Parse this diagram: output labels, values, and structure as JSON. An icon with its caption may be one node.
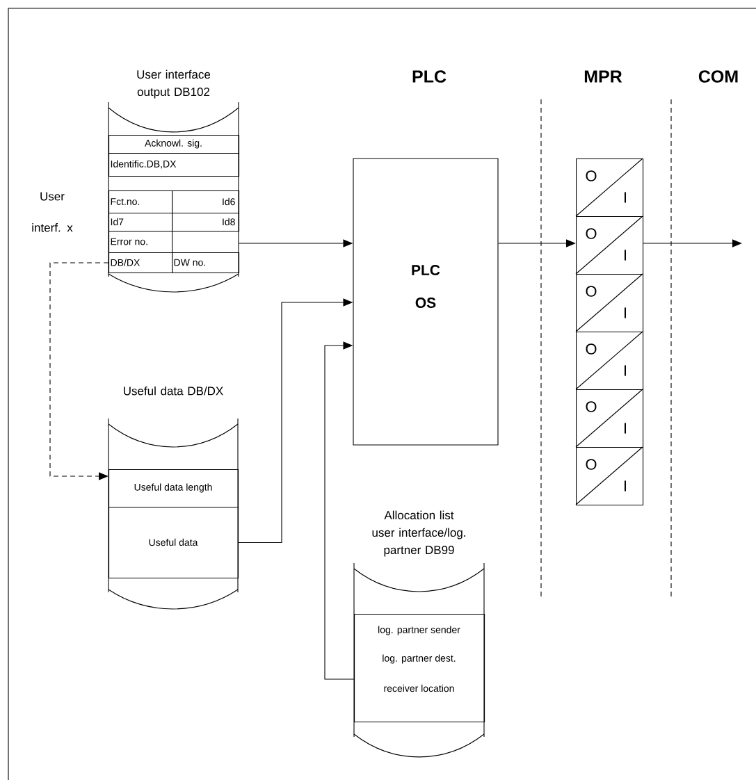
{
  "diagram": {
    "nodes": [
      {
        "text": [
          "User interface output DB102"
        ]
      },
      {
        "text": [
          "Acknowl. sig."
        ],
        "in": 0
      },
      {
        "text": [
          "Identific.DB,DX"
        ],
        "in": 0
      },
      {
        "text": [
          "Fct.no."
        ],
        "in": 0
      },
      {
        "text": [
          "Id6"
        ],
        "in": 0
      },
      {
        "text": [
          "Id7"
        ],
        "in": 0
      },
      {
        "text": [
          "Id8"
        ],
        "in": 0
      },
      {
        "text": [
          "Error no."
        ],
        "in": 0
      },
      {
        "text": [
          "DB/DX"
        ],
        "in": 0
      },
      {
        "text": [
          "DW no."
        ],
        "in": 0
      },
      {
        "text": [
          "Useful data DB/DX"
        ]
      },
      {
        "text": [
          "Useful data length"
        ],
        "in": 10
      },
      {
        "text": [
          "Useful data"
        ],
        "in": 10
      },
      {
        "text": [
          "PLC OS"
        ]
      },
      {
        "text": [
          "Allocation list user interface/log. partner DB99"
        ]
      },
      {
        "text": [
          "log. partner sender",
          "log. partner dest.",
          "receiver location"
        ],
        "in": 14
      },
      {
        "text": [
          "O",
          "I"
        ]
      },
      {
        "text": [
          "O",
          "I"
        ]
      },
      {
        "text": [
          "O",
          "I"
        ]
      },
      {
        "text": [
          "O",
          "I"
        ]
      },
      {
        "text": [
          "O",
          "I"
        ]
      },
      {
        "text": [
          "O",
          "I"
        ]
      }
    ],
    "edges": [
      {
        "from": 0,
        "to": 13,
        "arrow": "to"
      },
      {
        "from": 8,
        "to": 11,
        "arrow": "to",
        "style": "dashed"
      },
      {
        "from": 12,
        "to": 13,
        "arrow": "to"
      },
      {
        "from": 15,
        "to": 13,
        "arrow": "to"
      },
      {
        "from": 13,
        "to": 17,
        "arrow": "to"
      },
      {
        "from": 17,
        "to": null,
        "arrow": "to"
      }
    ],
    "labels": [
      "User interf. x",
      "PLC",
      "MPR",
      "COM"
    ]
  }
}
